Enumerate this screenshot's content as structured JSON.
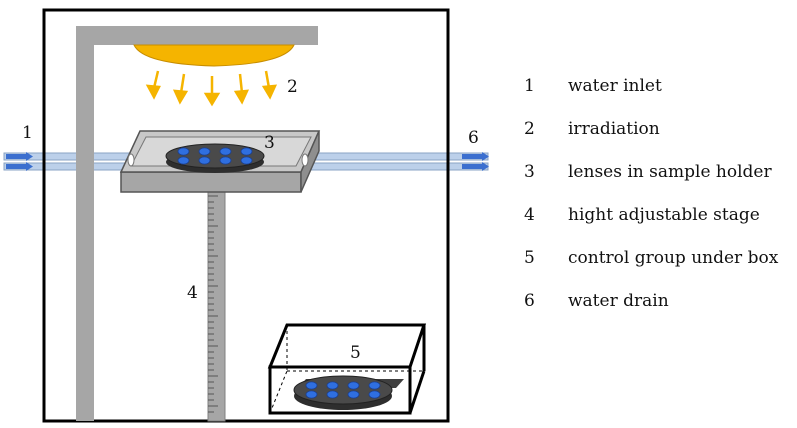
{
  "colors": {
    "frame": "#000000",
    "post": "#a6a6a6",
    "lamp": "#f5b400",
    "arrows": "#f5b400",
    "tray": "#a6a6a6",
    "holder": "#3f3f3f",
    "lens": "#2f6fe0",
    "pipe": "#bcd0ea",
    "flow_arrow": "#3b6fcf"
  },
  "diagram_labels": {
    "n1": "1",
    "n2": "2",
    "n3": "3",
    "n4": "4",
    "n5": "5",
    "n6": "6"
  },
  "legend": [
    {
      "number": "1",
      "text": "water inlet"
    },
    {
      "number": "2",
      "text": "irradiation"
    },
    {
      "number": "3",
      "text": "lenses in sample holder"
    },
    {
      "number": "4",
      "text": "hight adjustable stage"
    },
    {
      "number": "5",
      "text": "control group under box"
    },
    {
      "number": "6",
      "text": "water drain"
    }
  ]
}
